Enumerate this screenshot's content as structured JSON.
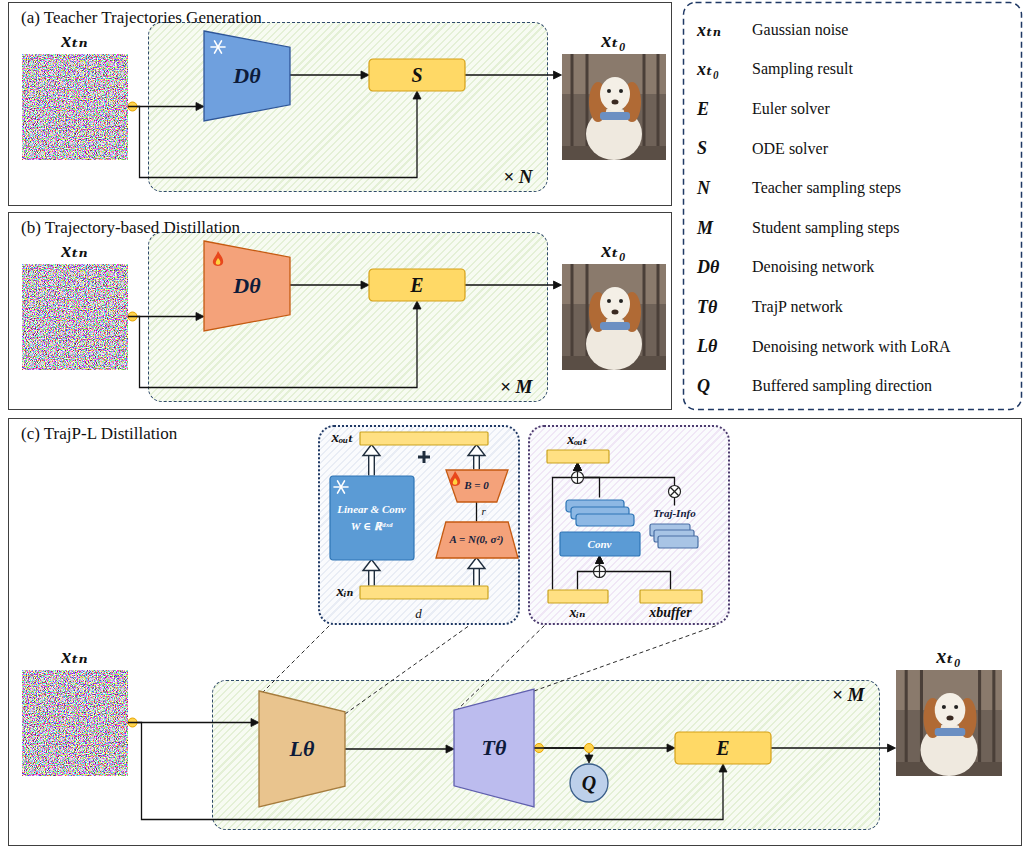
{
  "diagram": {
    "nodes": [
      {
        "text": [
          "(a) Teacher Trajectories Generation"
        ]
      },
      {
        "text": [
          "xₜₙ"
        ],
        "in": 0
      },
      {
        "text": [
          "× N"
        ],
        "in": 0
      },
      {
        "text": [
          "Dθ"
        ],
        "in": 2
      },
      {
        "text": [
          "S"
        ],
        "in": 2
      },
      {
        "text": [
          "xₜ₀"
        ],
        "in": 0
      },
      {
        "text": [
          "(b) Trajectory-based Distillation"
        ]
      },
      {
        "text": [
          "xₜₙ"
        ],
        "in": 6
      },
      {
        "text": [
          "× M"
        ],
        "in": 6
      },
      {
        "text": [
          "Dθ"
        ],
        "in": 8
      },
      {
        "text": [
          "E"
        ],
        "in": 8
      },
      {
        "text": [
          "xₜ₀"
        ],
        "in": 6
      },
      {
        "text": [
          "(c) TrajP-L Distillation"
        ]
      },
      {
        "text": [
          "d"
        ],
        "in": 12
      },
      {
        "text": [
          "xₒᵤₜ"
        ],
        "in": 13
      },
      {
        "text": [
          "Linear & Conv",
          "W ∈ ℝᵈˣᵈ"
        ],
        "in": 13
      },
      {
        "text": [
          "B = 0"
        ],
        "in": 13
      },
      {
        "text": [
          "A = N(0, σ²)"
        ],
        "in": 13
      },
      {
        "text": [
          "xᵢₙ"
        ],
        "in": 13
      },
      {
        "text": [],
        "in": 12
      },
      {
        "text": [
          "xₒᵤₜ"
        ],
        "in": 19
      },
      {
        "text": [
          "Conv"
        ],
        "in": 19
      },
      {
        "text": [
          "Traj-Info"
        ],
        "in": 19
      },
      {
        "text": [
          "xᵢₙ"
        ],
        "in": 19
      },
      {
        "text": [
          "xbuffer"
        ],
        "in": 19
      },
      {
        "text": [
          "xₜₙ"
        ],
        "in": 12
      },
      {
        "text": [
          "× M"
        ],
        "in": 12
      },
      {
        "text": [
          "Lθ"
        ],
        "in": 26
      },
      {
        "text": [
          "Tθ"
        ],
        "in": 26
      },
      {
        "text": [
          "Q"
        ],
        "in": 26
      },
      {
        "text": [
          "E"
        ],
        "in": 26
      },
      {
        "text": [
          "xₜ₀"
        ],
        "in": 12
      }
    ],
    "edges": [
      {
        "from": 1,
        "to": 3,
        "arrow": "to"
      },
      {
        "from": 1,
        "to": 4,
        "arrow": "to"
      },
      {
        "from": 3,
        "to": 4,
        "arrow": "to"
      },
      {
        "from": 4,
        "to": 5,
        "arrow": "to"
      },
      {
        "from": 7,
        "to": 9,
        "arrow": "to"
      },
      {
        "from": 7,
        "to": 10,
        "arrow": "to"
      },
      {
        "from": 9,
        "to": 10,
        "arrow": "to"
      },
      {
        "from": 10,
        "to": 11,
        "arrow": "to"
      },
      {
        "from": 18,
        "to": 15,
        "arrow": "to"
      },
      {
        "from": 18,
        "to": 17,
        "arrow": "to"
      },
      {
        "from": 17,
        "to": 16,
        "label": "r",
        "arrow": "none"
      },
      {
        "from": 15,
        "to": 14,
        "arrow": "to"
      },
      {
        "from": 16,
        "to": 14,
        "arrow": "to"
      },
      {
        "from": 23,
        "to": 21,
        "arrow": "to"
      },
      {
        "from": 24,
        "to": 21,
        "arrow": "to"
      },
      {
        "from": 21,
        "to": 20,
        "arrow": "to"
      },
      {
        "from": 22,
        "to": 20,
        "arrow": "to"
      },
      {
        "from": 23,
        "to": 20,
        "arrow": "to"
      },
      {
        "from": 25,
        "to": 27,
        "arrow": "to"
      },
      {
        "from": 25,
        "to": 30,
        "arrow": "to"
      },
      {
        "from": 27,
        "to": 28,
        "arrow": "to"
      },
      {
        "from": 28,
        "to": 30,
        "arrow": "to"
      },
      {
        "from": 28,
        "to": 29,
        "arrow": "to"
      },
      {
        "from": 30,
        "to": 31,
        "arrow": "to"
      }
    ],
    "labels": [
      "xₜₙ",
      "xₜ₀",
      "E",
      "S",
      "N",
      "M",
      "Dθ",
      "Tθ",
      "Lθ",
      "Q"
    ],
    "legend": [
      {
        "text": "Gaussian noise"
      },
      {
        "text": "Sampling result"
      },
      {
        "text": "Euler solver"
      },
      {
        "text": "ODE solver"
      },
      {
        "text": "Teacher sampling steps"
      },
      {
        "text": "Student sampling steps"
      },
      {
        "text": "Denoising network"
      },
      {
        "text": "TrajP network"
      },
      {
        "text": "Denoising network with LoRA"
      },
      {
        "text": "Buffered sampling direction"
      }
    ]
  }
}
